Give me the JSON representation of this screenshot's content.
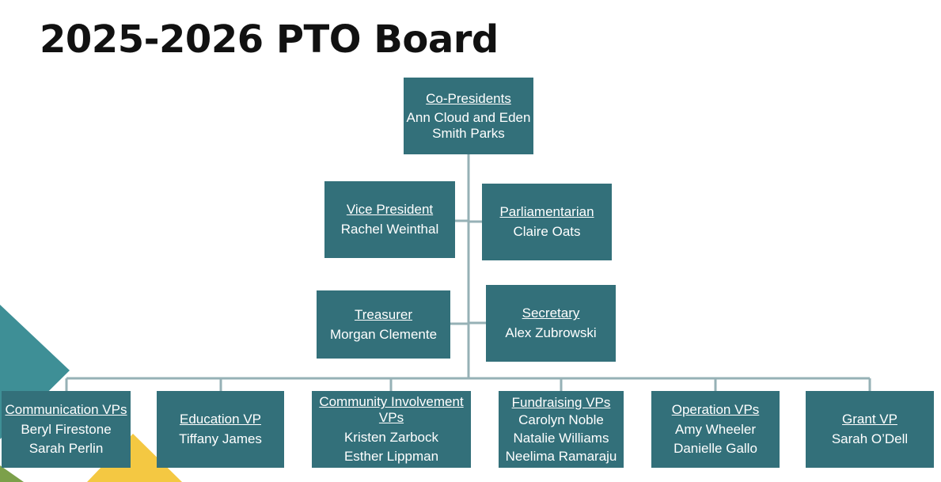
{
  "title": "2025-2026 PTO Board",
  "colors": {
    "box": "#33707a",
    "line": "#96b1b6",
    "text": "#ffffff",
    "decor_teal": "#3e8f96",
    "decor_yellow": "#f4c842",
    "decor_green": "#7ca04a"
  },
  "positions": {
    "co_presidents": {
      "role": "Co-Presidents",
      "names": [
        "Ann Cloud and Eden",
        "Smith Parks"
      ]
    },
    "vice_president": {
      "role": "Vice President",
      "names": [
        "Rachel Weinthal"
      ]
    },
    "parliamentarian": {
      "role": "Parliamentarian",
      "names": [
        "Claire Oats"
      ]
    },
    "treasurer": {
      "role": "Treasurer",
      "names": [
        "Morgan Clemente"
      ]
    },
    "secretary": {
      "role": "Secretary",
      "names": [
        "Alex Zubrowski"
      ]
    },
    "communication": {
      "role": "Communication VPs",
      "names": [
        "Beryl Firestone",
        "Sarah Perlin"
      ]
    },
    "education": {
      "role": "Education VP",
      "names": [
        "Tiffany James"
      ]
    },
    "community": {
      "role": "Community Involvement VPs",
      "names": [
        "Kristen Zarbock",
        "Esther Lippman"
      ]
    },
    "fundraising": {
      "role": "Fundraising VPs",
      "names": [
        "Carolyn Noble",
        "Natalie Williams",
        "Neelima Ramaraju"
      ]
    },
    "operation": {
      "role": "Operation VPs",
      "names": [
        "Amy Wheeler",
        "Danielle Gallo"
      ]
    },
    "grant": {
      "role": "Grant VP",
      "names": [
        "Sarah O’Dell"
      ]
    }
  }
}
